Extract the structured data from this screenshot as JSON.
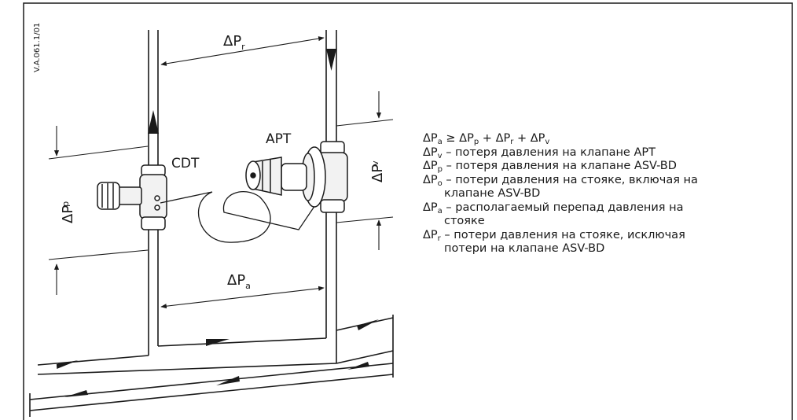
{
  "figure_code": "V.A.061.1/01",
  "labels": {
    "dp_r": "ΔP",
    "dp_r_sub": "r",
    "dp_p": "ΔP",
    "dp_p_sub": "p",
    "dp_v": "ΔP",
    "dp_v_sub": "v",
    "dp_a": "ΔP",
    "dp_a_sub": "a",
    "cdt": "CDT",
    "apt": "APT"
  },
  "legend": {
    "equation": {
      "p1": "ΔP",
      "s1": "a",
      "op1": " ≥ ΔP",
      "s2": "p",
      "op2": " + ΔP",
      "s3": "r",
      "op3": " + ΔP",
      "s4": "v"
    },
    "items": [
      {
        "sym": "ΔP",
        "sub": "v",
        "line1": " – потеря давления на клапане APT",
        "line2": ""
      },
      {
        "sym": "ΔP",
        "sub": "p",
        "line1": " – потеря давления на клапане ASV-BD",
        "line2": ""
      },
      {
        "sym": "ΔP",
        "sub": "o",
        "line1": " – потери давления на стояке, включая на",
        "line2": "клапане ASV-BD"
      },
      {
        "sym": "ΔP",
        "sub": "a",
        "line1": " – располагаемый перепад давления на",
        "line2": "стояке"
      },
      {
        "sym": "ΔP",
        "sub": "r",
        "line1": " – потери давления на стояке, исключая",
        "line2": "потери на клапане ASV-BD"
      }
    ]
  },
  "colors": {
    "line": "#1a1a1a",
    "pipe_fill": "#ffffff",
    "valve_fill": "#f2f2f2",
    "frame": "#1a1a1a"
  }
}
